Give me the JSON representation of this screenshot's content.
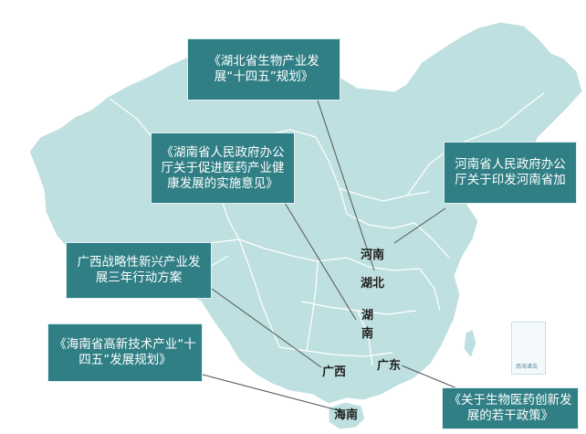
{
  "annotations": [
    {
      "id": "hubei-plan",
      "text": "《湖北省生物产业发展“十四五”规划》",
      "points_to": "湖北"
    },
    {
      "id": "hunan-opinion",
      "text": "《湖南省人民政府办公厅关于促进医药产业健康发展的实施意见》",
      "points_to": "湖南"
    },
    {
      "id": "henan-notice",
      "text": "河南省人民政府办公厅关于印发河南省加",
      "points_to": "河南"
    },
    {
      "id": "guangxi-plan",
      "text": "广西战略性新兴产业发展三年行动方案",
      "points_to": "广西"
    },
    {
      "id": "hainan-plan",
      "text": "《海南省高新技术产业“十四五”发展规划》",
      "points_to": "海南"
    },
    {
      "id": "guangdong-policy",
      "text": "《关于生物医药创新发展的若干政策》",
      "points_to": "广东"
    }
  ],
  "provinces": {
    "henan": "河南",
    "hubei": "湖北",
    "hunan_line1": "湖",
    "hunan_line2": "南",
    "guangxi": "广西",
    "guangdong": "广东",
    "hainan": "海南"
  },
  "inset_label": "南海诸岛",
  "colors": {
    "land": "#bfe0e0",
    "border": "#ffffff",
    "box": "#2f7f85",
    "leader": "#555555"
  }
}
